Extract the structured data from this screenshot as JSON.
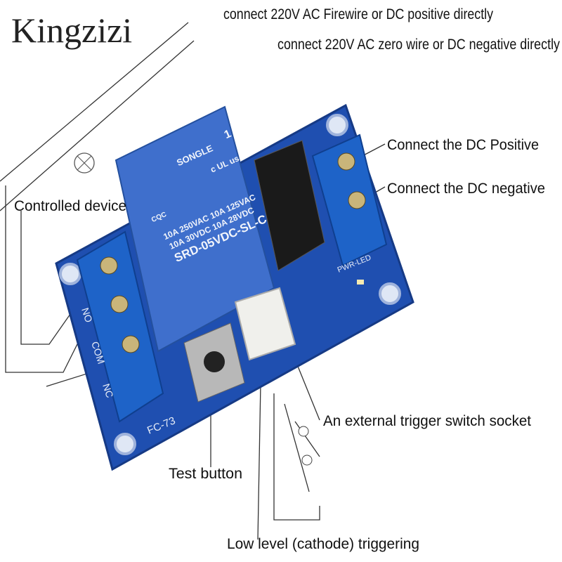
{
  "brand": "Kingzizi",
  "labels": {
    "top_line1": "connect 220V AC Firewire or DC positive directly",
    "top_line2": "connect 220V AC zero wire or DC negative directly",
    "controlled_device": "Controlled device",
    "dc_positive": "Connect the DC Positive",
    "dc_negative": "Connect the DC negative",
    "trigger_socket": "An external trigger switch socket",
    "test_button": "Test button",
    "low_level": "Low level (cathode) triggering"
  },
  "board": {
    "model": "FC-73",
    "terminals": [
      "NO",
      "COM",
      "NC"
    ],
    "pwr_led": "PWR-LED",
    "relay": {
      "brand": "SONGLE",
      "rating1": "10A 250VAC  10A 125VAC",
      "rating2": "10A 30VDC  10A 28VDC",
      "model": "SRD-05VDC-SL-C",
      "cqc": "CQC",
      "ul": "c UL us",
      "num": "1"
    }
  },
  "colors": {
    "board": "#1f4fb0",
    "relay": "#3f6fcc",
    "terminal": "#1e63c8"
  }
}
